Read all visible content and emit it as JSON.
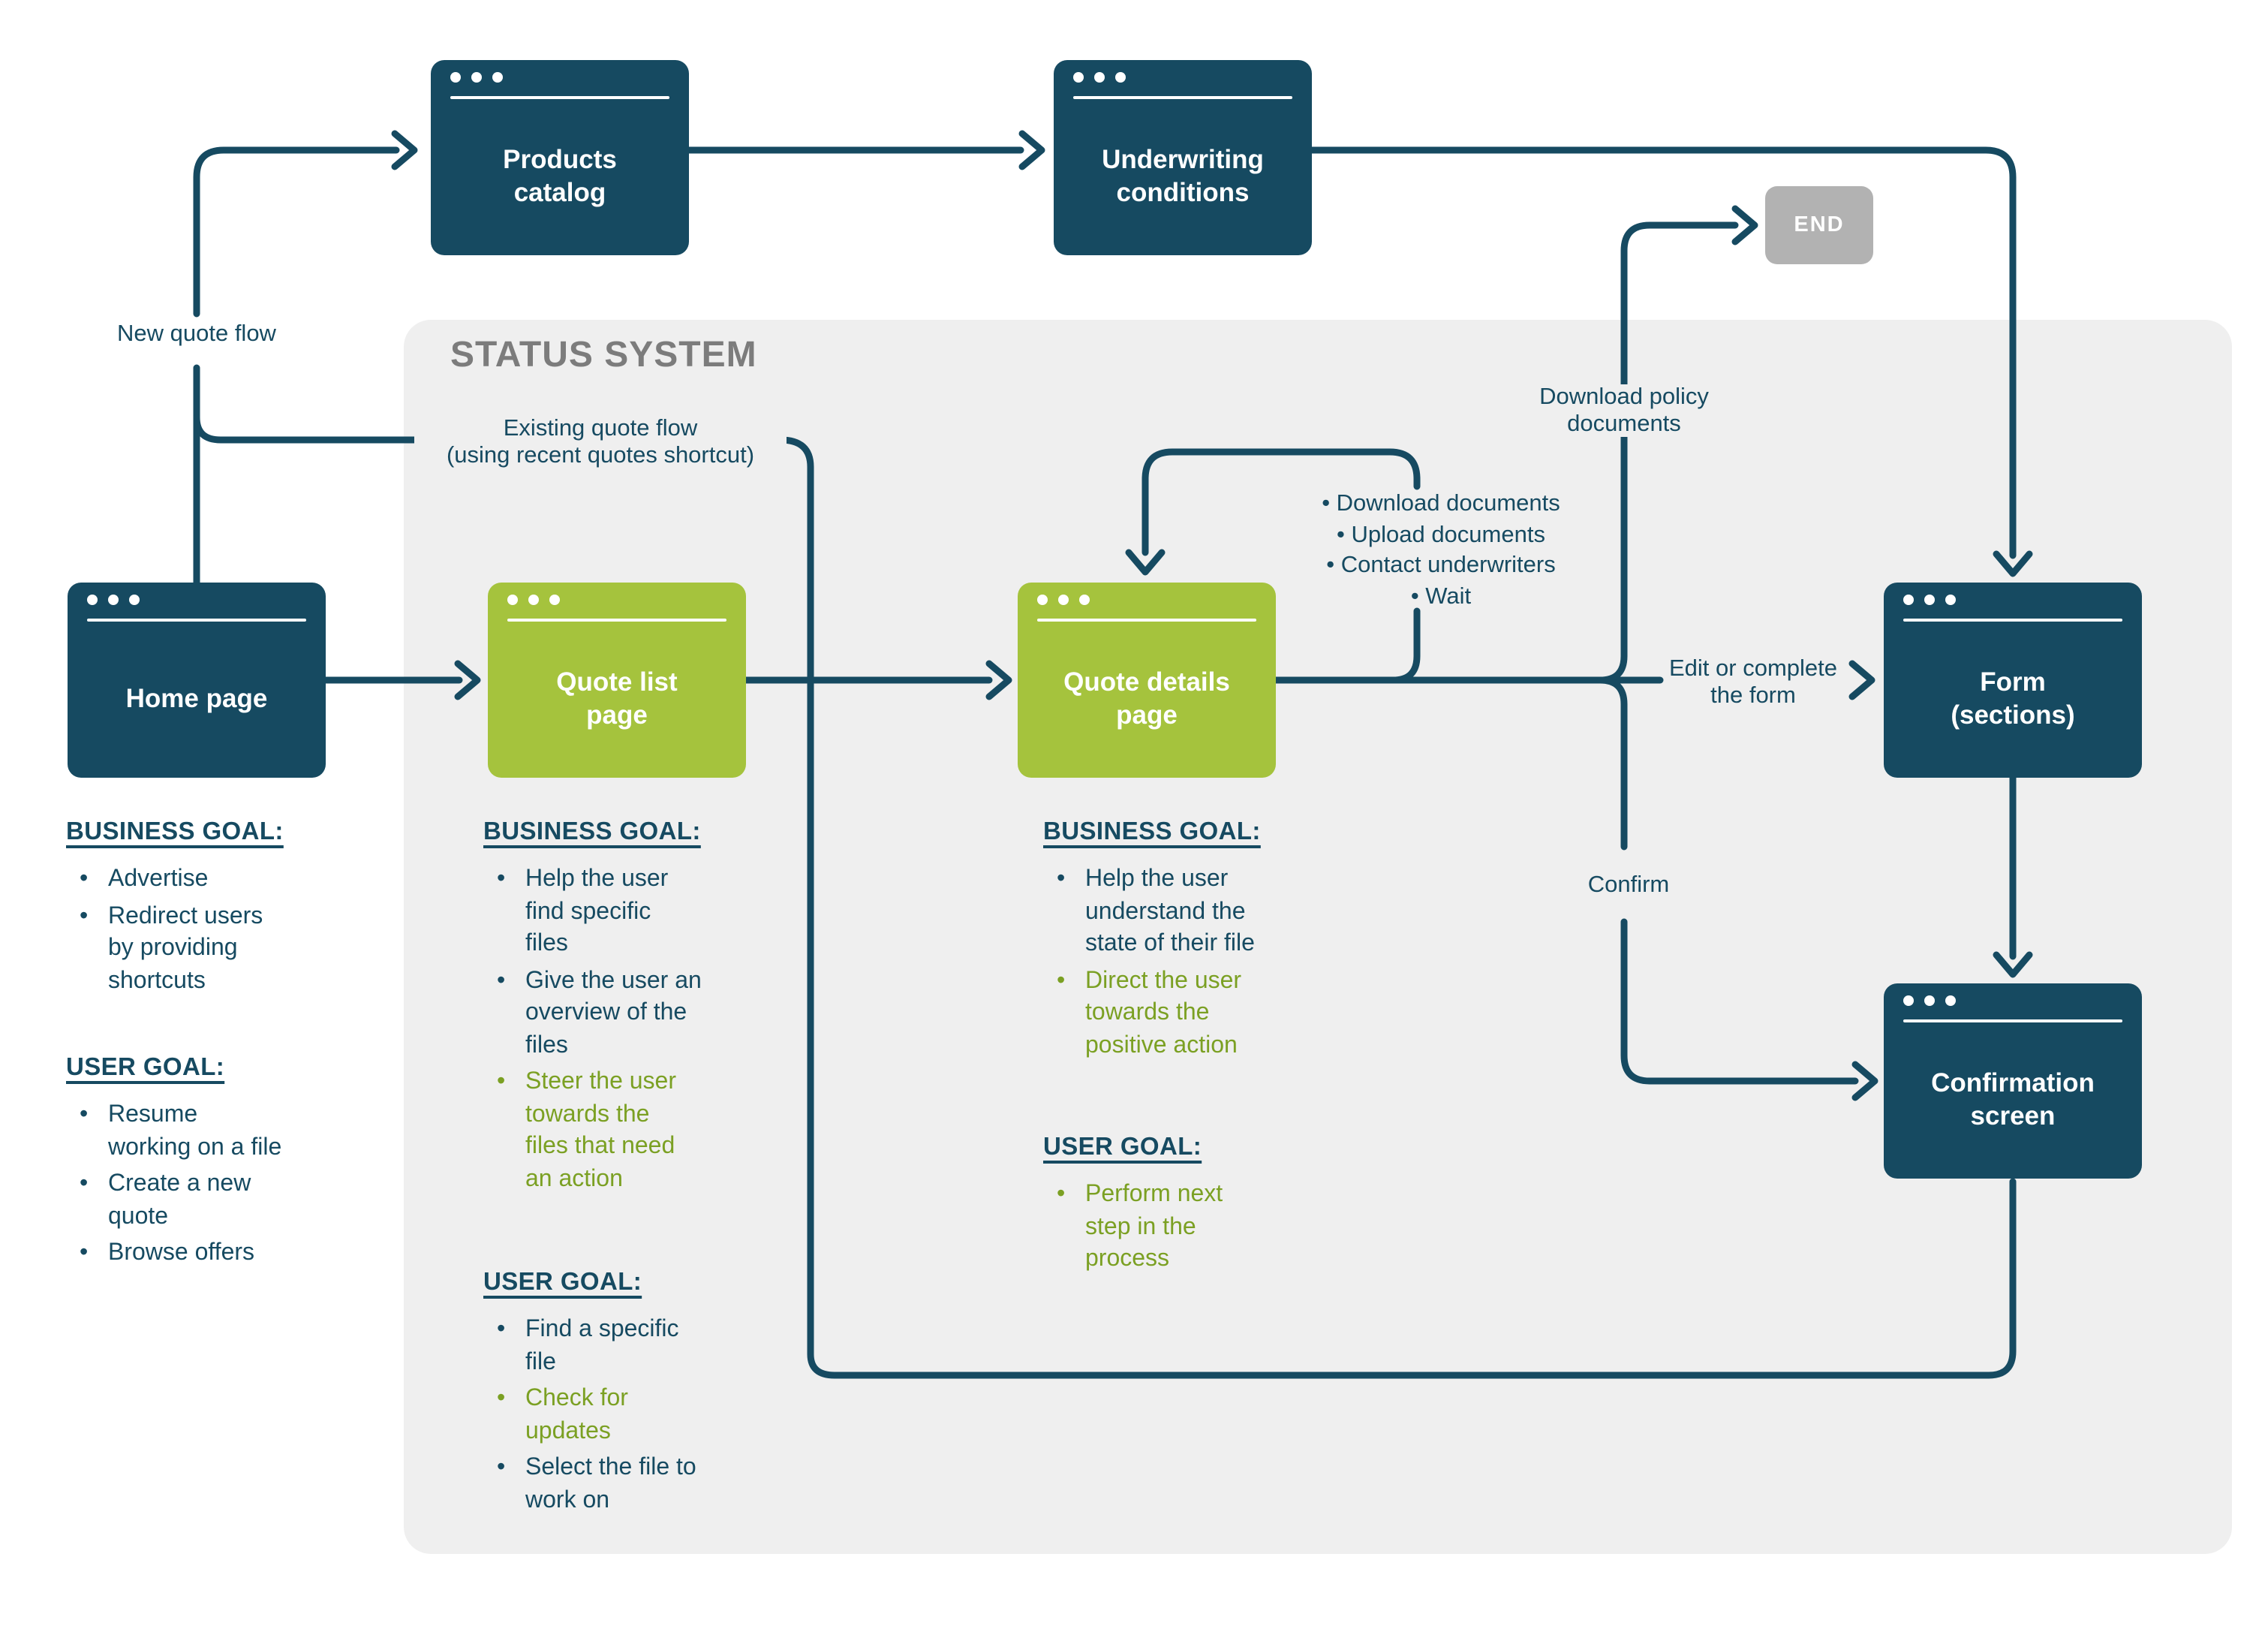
{
  "colors": {
    "navy": "#164A61",
    "green_box": "#A5C33D",
    "green_text": "#7BA023",
    "panel_gray": "#EFEFEF",
    "end_gray": "#B2B2B2",
    "status_label_gray": "#7C7C7C"
  },
  "status_panel": {
    "label": "STATUS SYSTEM"
  },
  "nodes": {
    "products": {
      "title": "Products\ncatalog"
    },
    "underwriting": {
      "title": "Underwriting\nconditions"
    },
    "home": {
      "title": "Home page"
    },
    "quote_list": {
      "title": "Quote list\npage"
    },
    "quote_details": {
      "title": "Quote details\npage"
    },
    "form": {
      "title": "Form\n(sections)"
    },
    "confirmation": {
      "title": "Confirmation\nscreen"
    },
    "end": {
      "title": "END"
    }
  },
  "edge_labels": {
    "new_quote_flow": "New quote flow",
    "existing_quote_flow": "Existing quote flow\n(using recent quotes shortcut)",
    "download_policy": "Download policy\ndocuments",
    "edit_form": "Edit or complete\nthe form",
    "confirm": "Confirm"
  },
  "quote_details_actions": [
    "Download documents",
    "Upload documents",
    "Contact underwriters",
    "Wait"
  ],
  "goals": {
    "home": {
      "business_title": "BUSINESS GOAL:",
      "business": [
        {
          "text": "Advertise",
          "green": false
        },
        {
          "text": "Redirect users\nby providing\nshortcuts",
          "green": false
        }
      ],
      "user_title": "USER GOAL:",
      "user": [
        {
          "text": "Resume\nworking on a file",
          "green": false
        },
        {
          "text": "Create a new\nquote",
          "green": false
        },
        {
          "text": "Browse offers",
          "green": false
        }
      ]
    },
    "quote_list": {
      "business_title": "BUSINESS GOAL:",
      "business": [
        {
          "text": "Help the user\nfind specific\nfiles",
          "green": false
        },
        {
          "text": "Give the user an\noverview of the\nfiles",
          "green": false
        },
        {
          "text": "Steer the user\ntowards the\nfiles that need\nan action",
          "green": true
        }
      ],
      "user_title": "USER GOAL:",
      "user": [
        {
          "text": "Find a specific\nfile",
          "green": false
        },
        {
          "text": "Check for\nupdates",
          "green": true
        },
        {
          "text": "Select the file to\nwork on",
          "green": false
        }
      ]
    },
    "quote_details": {
      "business_title": "BUSINESS GOAL:",
      "business": [
        {
          "text": "Help the user\nunderstand the\nstate of their file",
          "green": false
        },
        {
          "text": "Direct the user\ntowards the\npositive action",
          "green": true
        }
      ],
      "user_title": "USER GOAL:",
      "user": [
        {
          "text": "Perform next\nstep in the\nprocess",
          "green": true
        }
      ]
    }
  }
}
